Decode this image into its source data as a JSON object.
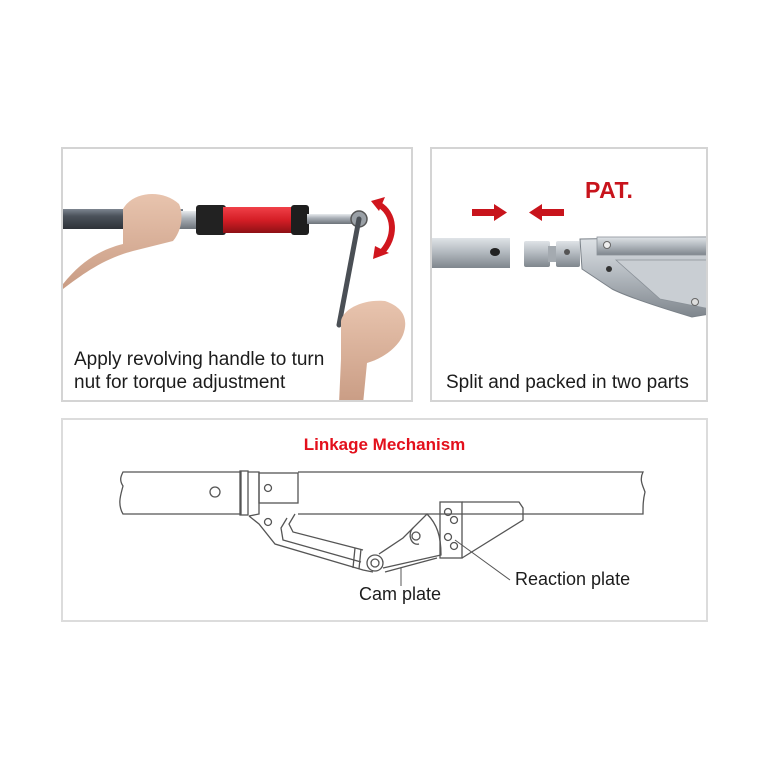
{
  "panels": {
    "revolving_handle": {
      "caption_line1": "Apply revolving handle to turn",
      "caption_line2": "nut for torque adjustment",
      "rotation_arrow_color": "#d0161e",
      "grip_color": "#d8222a"
    },
    "split_parts": {
      "badge": "PAT.",
      "caption": "Split and packed in two parts",
      "arrow_color": "#c8141c"
    },
    "linkage": {
      "title": "Linkage Mechanism",
      "title_color": "#e3101c",
      "labels": {
        "cam_plate": "Cam plate",
        "reaction_plate": "Reaction plate"
      }
    }
  }
}
